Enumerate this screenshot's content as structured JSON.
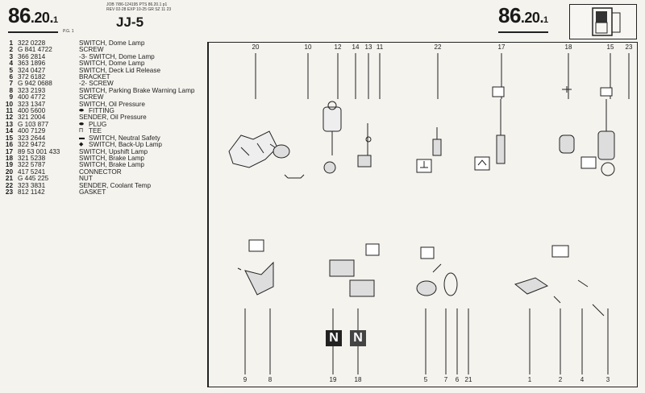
{
  "header": {
    "page_number_main": "86",
    "page_number_sub": ".20.",
    "page_number_suffix": "1",
    "page_sub_label": "P.G. 1",
    "job_line_1": "JOB 7/86-124195 PTS 86.20.1 p1",
    "job_line_2": "REV 02-28 EXP 10-25 GR SZ 11 23",
    "model": "JJ-5"
  },
  "parts": [
    {
      "no": "1",
      "part": "322 0228",
      "icon": "",
      "desc": "SWITCH, Dome Lamp"
    },
    {
      "no": "2",
      "part": "G 841 4722",
      "icon": "",
      "desc": "SCREW"
    },
    {
      "no": "3",
      "part": "366 2814",
      "icon": "",
      "desc": "-3- SWITCH, Dome Lamp"
    },
    {
      "no": "4",
      "part": "363 1896",
      "icon": "",
      "desc": "SWITCH, Dome Lamp"
    },
    {
      "no": "5",
      "part": "324 0427",
      "icon": "",
      "desc": "SWITCH, Deck Lid Release"
    },
    {
      "no": "6",
      "part": "372 6182",
      "icon": "",
      "desc": "BRACKET"
    },
    {
      "no": "7",
      "part": "G 942 0688",
      "icon": "",
      "desc": "-2- SCREW"
    },
    {
      "no": "8",
      "part": "323 2193",
      "icon": "",
      "desc": "SWITCH, Parking Brake Warning Lamp"
    },
    {
      "no": "9",
      "part": "400 4772",
      "icon": "",
      "desc": "SCREW"
    },
    {
      "no": "10",
      "part": "323 1347",
      "icon": "",
      "desc": "SWITCH, Oil Pressure"
    },
    {
      "no": "11",
      "part": "400 5600",
      "icon": "oil-can",
      "desc": "FITTING"
    },
    {
      "no": "12",
      "part": "321 2004",
      "icon": "",
      "desc": "SENDER, Oil Pressure"
    },
    {
      "no": "13",
      "part": "G 103 877",
      "icon": "oil-can",
      "desc": "PLUG"
    },
    {
      "no": "14",
      "part": "400 7129",
      "icon": "tee",
      "desc": "TEE"
    },
    {
      "no": "15",
      "part": "323 2644",
      "icon": "car",
      "desc": "SWITCH, Neutral Safety"
    },
    {
      "no": "16",
      "part": "322 9472",
      "icon": "reverse",
      "desc": "SWITCH, Back-Up Lamp"
    },
    {
      "no": "17",
      "part": "89 53 001 433",
      "icon": "",
      "desc": "SWITCH, Upshift Lamp"
    },
    {
      "no": "18",
      "part": "321 5238",
      "icon": "",
      "desc": "SWITCH, Brake Lamp"
    },
    {
      "no": "19",
      "part": "322 5787",
      "icon": "",
      "desc": "SWITCH, Brake Lamp"
    },
    {
      "no": "20",
      "part": "417 5241",
      "icon": "",
      "desc": "CONNECTOR"
    },
    {
      "no": "21",
      "part": "G 445 225",
      "icon": "",
      "desc": "NUT"
    },
    {
      "no": "22",
      "part": "323 3831",
      "icon": "",
      "desc": "SENDER, Coolant Temp"
    },
    {
      "no": "23",
      "part": "812 1142",
      "icon": "",
      "desc": "GASKET"
    }
  ],
  "diagram": {
    "top_callouts": [
      "20",
      "10",
      "12",
      "14",
      "13",
      "11",
      "22",
      "17",
      "18",
      "15",
      "23"
    ],
    "bottom_callouts": [
      "9",
      "8",
      "19",
      "18",
      "5",
      "7",
      "6",
      "21",
      "1",
      "2",
      "4",
      "3"
    ],
    "badge_labels": [
      "N",
      "N"
    ]
  },
  "colors": {
    "ink": "#1a1a1a",
    "paper": "#f4f3ee"
  }
}
